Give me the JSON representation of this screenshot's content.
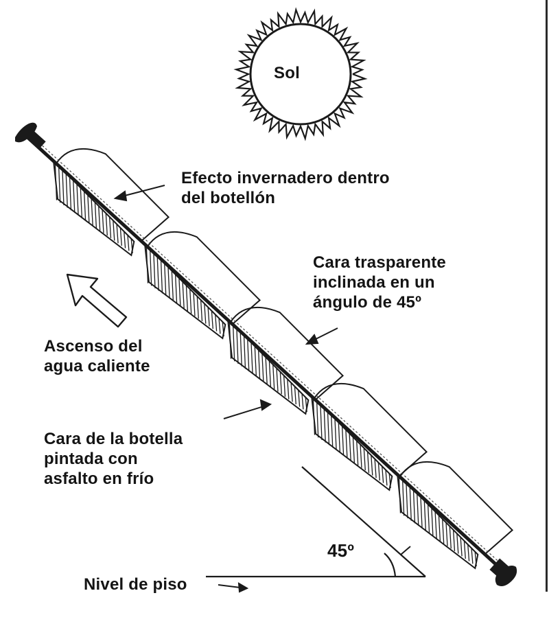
{
  "sun": {
    "label": "Sol"
  },
  "labels": {
    "greenhouse": [
      "Efecto invernadero dentro",
      "del botellón"
    ],
    "transparent_face": [
      "Cara trasparente",
      "inclinada en un",
      "ángulo de 45º"
    ],
    "hot_water_ascent": [
      "Ascenso del",
      "agua caliente"
    ],
    "painted_face": [
      "Cara de la botella",
      "pintada con",
      "asfalto en frío"
    ],
    "angle": "45º",
    "floor_level": "Nivel de piso"
  },
  "colors": {
    "ink": "#1a1a1a",
    "paper": "#ffffff"
  }
}
